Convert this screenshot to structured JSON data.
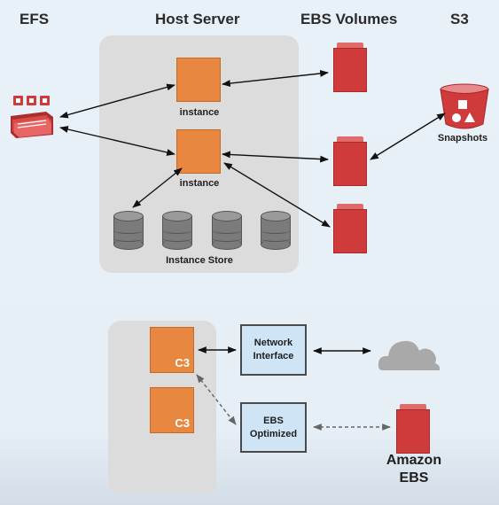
{
  "headers": {
    "efs": "EFS",
    "host_server": "Host Server",
    "ebs_volumes": "EBS Volumes",
    "s3": "S3"
  },
  "labels": {
    "instance_1": "instance",
    "instance_2": "instance",
    "instance_store": "Instance Store",
    "snapshots": "Snapshots"
  },
  "lower": {
    "c3_1": "C3",
    "c3_2": "C3",
    "network_interface": "Network\nInterface",
    "ebs_optimized": "EBS\nOptimized",
    "amazon_ebs_line1": "Amazon",
    "amazon_ebs_line2": "EBS"
  },
  "colors": {
    "instance_orange": "#e8873f",
    "volume_red": "#cf3a3a",
    "host_gray": "#dcdcdc",
    "box_blue": "#cfe5f6",
    "cloud_gray": "#a9a9a9"
  },
  "icons": {
    "efs": "efs-folders-icon",
    "s3": "s3-bucket-icon",
    "cloud": "cloud-icon"
  }
}
